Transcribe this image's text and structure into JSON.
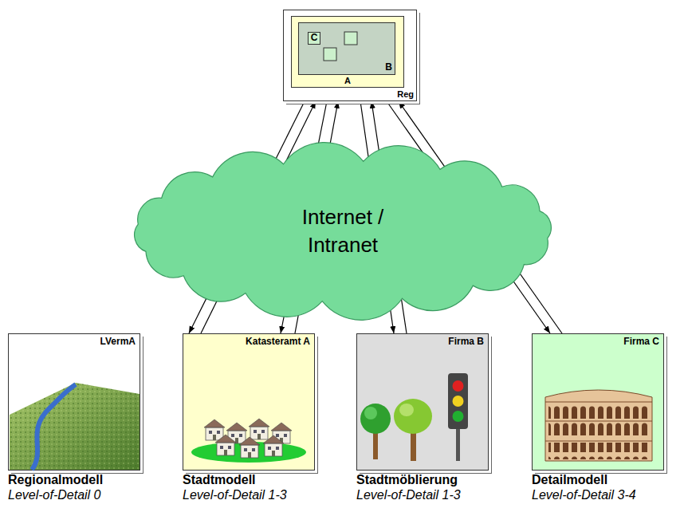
{
  "diagram": {
    "nodes": [
      {
        "text": [
          "Reg"
        ]
      },
      {
        "text": [
          "A"
        ],
        "in": 0
      },
      {
        "text": [
          "B"
        ],
        "in": 1
      },
      {
        "text": [
          "C"
        ],
        "in": 2
      },
      {
        "text": [
          "Internet / Intranet"
        ]
      },
      {
        "text": [
          "LVermA",
          "Regionalmodell",
          "Level-of-Detail 0"
        ]
      },
      {
        "text": [
          "Katasteramt A",
          "Stadtmodell",
          "Level-of-Detail 1-3"
        ]
      },
      {
        "text": [
          "Firma B",
          "Stadtmöblierung",
          "Level-of-Detail 1-3"
        ]
      },
      {
        "text": [
          "Firma C",
          "Detailmodell",
          "Level-of-Detail 3-4"
        ]
      }
    ],
    "edges": [
      {
        "from": 0,
        "to": 5,
        "arrow": "to"
      },
      {
        "from": 5,
        "to": 0,
        "arrow": "to"
      },
      {
        "from": 0,
        "to": 6,
        "arrow": "to"
      },
      {
        "from": 6,
        "to": 0,
        "arrow": "to"
      },
      {
        "from": 0,
        "to": 7,
        "arrow": "to"
      },
      {
        "from": 7,
        "to": 0,
        "arrow": "to"
      },
      {
        "from": 0,
        "to": 8,
        "arrow": "to"
      },
      {
        "from": 8,
        "to": 0,
        "arrow": "to"
      }
    ]
  }
}
